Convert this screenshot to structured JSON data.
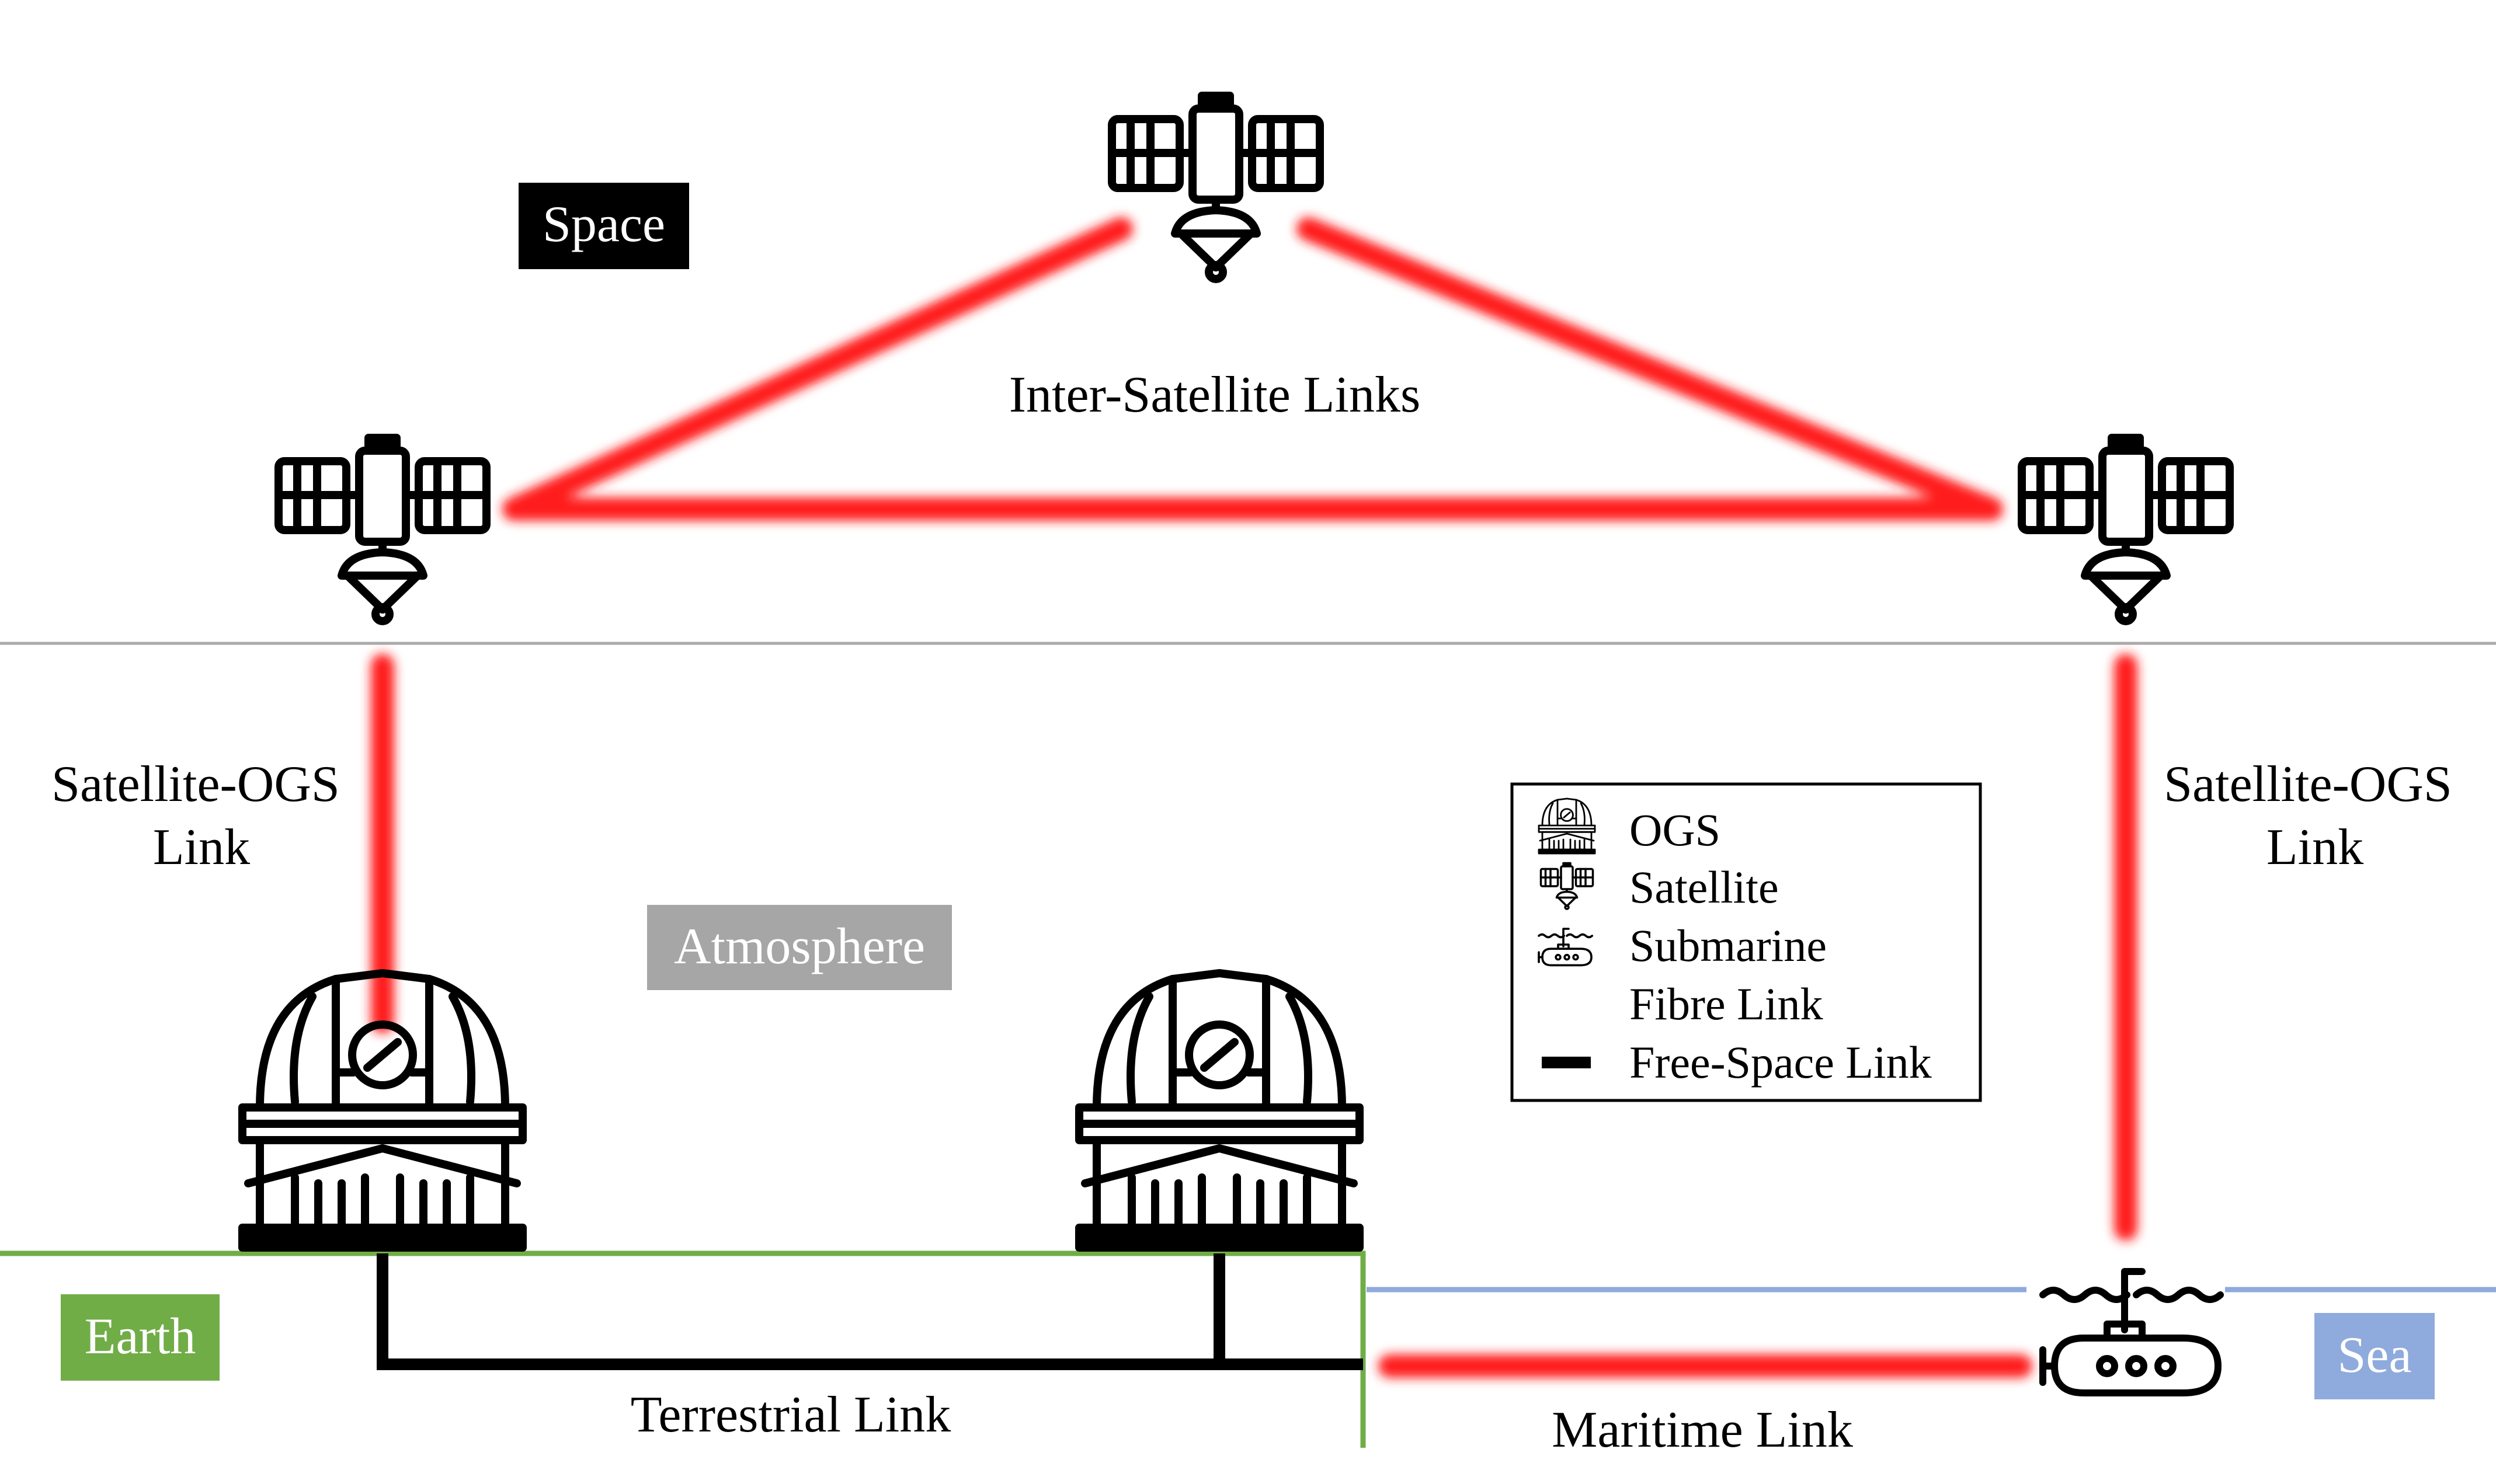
{
  "regions": {
    "space": "Space",
    "atmosphere": "Atmosphere",
    "earth": "Earth",
    "sea": "Sea"
  },
  "links": {
    "inter_satellite": "Inter-Satellite Links",
    "satellite_ogs_left_line1": "Satellite-OGS",
    "satellite_ogs_left_line2": "Link",
    "satellite_ogs_right_line1": "Satellite-OGS",
    "satellite_ogs_right_line2": "Link",
    "terrestrial": "Terrestrial Link",
    "maritime": "Maritime Link"
  },
  "legend": {
    "items": [
      {
        "icon": "ogs-icon",
        "label": "OGS"
      },
      {
        "icon": "satellite-icon",
        "label": "Satellite"
      },
      {
        "icon": "submarine-icon",
        "label": "Submarine"
      },
      {
        "icon": "fibre-link-swatch",
        "label": "Fibre Link"
      },
      {
        "icon": "free-space-link-swatch",
        "label": "Free-Space Link"
      }
    ]
  },
  "colors": {
    "fibre_link": "#ff1a1a",
    "free_space_link": "#000000",
    "space_label_bg": "#000000",
    "atmosphere_label_bg": "#a6a6a6",
    "earth": "#70ad47",
    "sea": "#8faadc",
    "boundary": "#aaaaaa"
  }
}
